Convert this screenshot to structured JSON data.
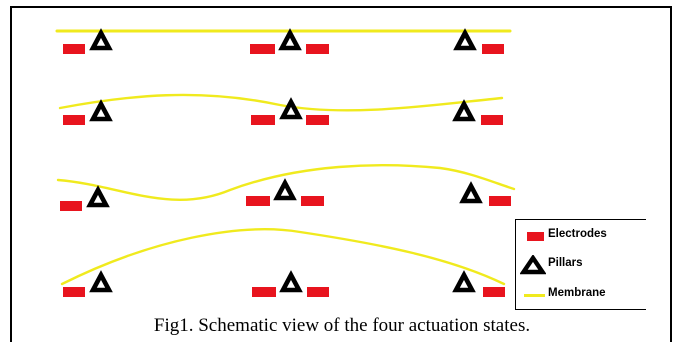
{
  "colors": {
    "electrode": "#e8141e",
    "pillar": "#000000",
    "membrane": "#f0ea1e",
    "frame": "#000000",
    "background": "#ffffff"
  },
  "diagram": {
    "states": [
      {
        "name": "state-1",
        "membrane_shape": "flat"
      },
      {
        "name": "state-2",
        "membrane_shape": "wave"
      },
      {
        "name": "state-3",
        "membrane_shape": "wave"
      },
      {
        "name": "state-4",
        "membrane_shape": "single-arch"
      }
    ]
  },
  "legend": {
    "items": [
      {
        "key": "electrodes",
        "label": "Electrodes",
        "icon": "red-rectangle"
      },
      {
        "key": "pillars",
        "label": "Pillars",
        "icon": "triangle-outline"
      },
      {
        "key": "membrane",
        "label": "Membrane",
        "icon": "yellow-line"
      }
    ]
  },
  "caption": "Fig1. Schematic view of the four actuation states."
}
